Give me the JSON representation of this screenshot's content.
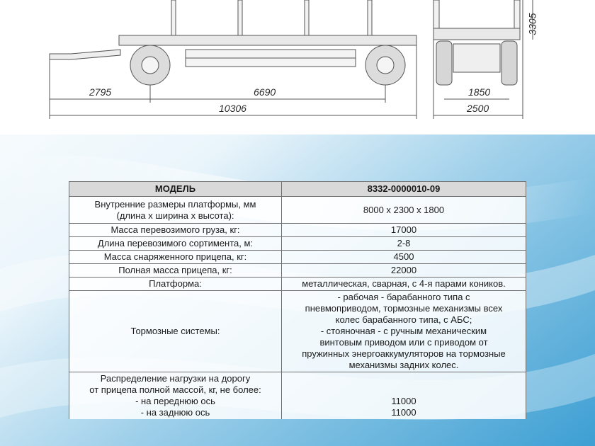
{
  "dimensions": {
    "drawbar_length": "2795",
    "wheelbase": "6690",
    "overall_length": "10306",
    "height": "3305",
    "track_width": "1850",
    "overall_width": "2500"
  },
  "table": {
    "header": {
      "param": "МОДЕЛЬ",
      "value": "8332-0000010-09"
    },
    "rows": [
      {
        "param": [
          "Внутренние размеры платформы, мм",
          "(длина х ширина х высота):"
        ],
        "value": [
          "8000 х 2300 х 1800"
        ]
      },
      {
        "param": [
          "Масса перевозимого груза, кг:"
        ],
        "value": [
          "17000"
        ]
      },
      {
        "param": [
          "Длина перевозимого сортимента, м:"
        ],
        "value": [
          "2-8"
        ]
      },
      {
        "param": [
          "Масса снаряженного прицепа, кг:"
        ],
        "value": [
          "4500"
        ]
      },
      {
        "param": [
          "Полная масса прицепа, кг:"
        ],
        "value": [
          "22000"
        ]
      },
      {
        "param": [
          "Платформа:"
        ],
        "value": [
          "металлическая, сварная, с 4-я парами коников."
        ]
      },
      {
        "param": [
          "Тормозные системы:"
        ],
        "value": [
          "- рабочая - барабанного типа с",
          "пневмоприводом, тормозные механизмы всех",
          "колес барабанного типа, с АБС;",
          "- стояночная - с ручным механическим",
          "винтовым приводом или с приводом от",
          "пружинных энергоаккумуляторов на тормозные",
          "механизмы  задних колес."
        ]
      },
      {
        "param": [
          "Распределение нагрузки на дорогу",
          "от прицепа полной массой, кг, не более:",
          "- на переднюю ось",
          "- на  заднюю ось"
        ],
        "value": [
          "",
          "",
          "11000",
          "11000"
        ]
      }
    ]
  }
}
